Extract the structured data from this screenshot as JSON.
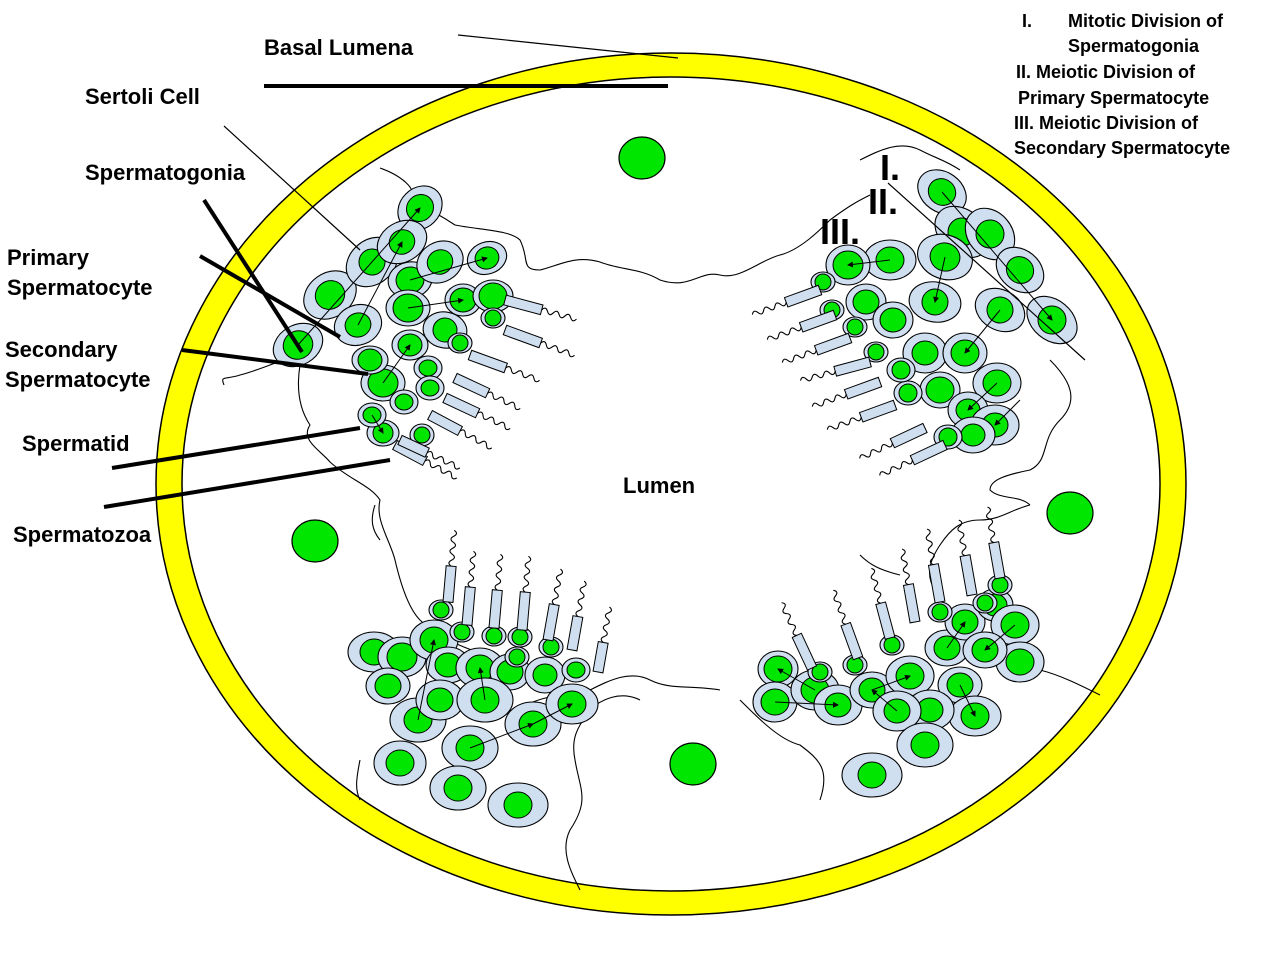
{
  "labels": {
    "basal_lumena": "Basal Lumena",
    "sertoli_cell": "Sertoli Cell",
    "spermatogonia": "Spermatogonia",
    "primary_1": "Primary",
    "primary_2": "Spermatocyte",
    "secondary_1": "Secondary",
    "secondary_2": "Spermatocyte",
    "spermatid": "Spermatid",
    "spermatozoa": "Spermatozoa",
    "lumen": "Lumen"
  },
  "legend": {
    "i_num": "I.",
    "i_text_1": "Mitotic Division of",
    "i_text_2": "Spermatogonia",
    "ii_line_1": "II. Meiotic Division of",
    "ii_line_2": "Primary Spermatocyte",
    "iii_line_1": "III. Meiotic Division of",
    "iii_line_2": "Secondary Spermatocyte"
  },
  "stage_marks": {
    "i": "I.",
    "ii": "II.",
    "iii": "III."
  },
  "colors": {
    "basal_ring": "#ffff00",
    "nucleus": "#00e600",
    "cell_body": "#cfdff0",
    "outline": "#000000"
  }
}
